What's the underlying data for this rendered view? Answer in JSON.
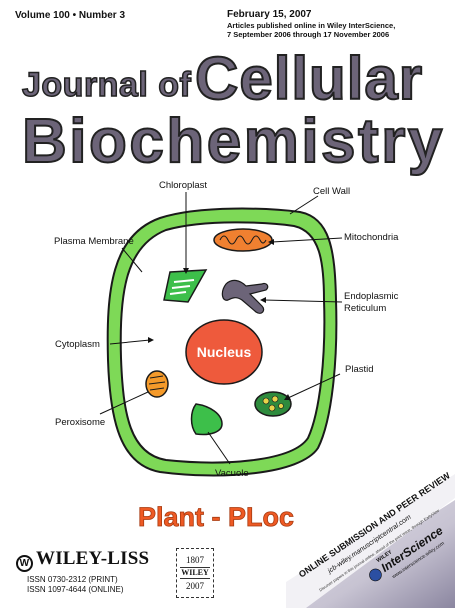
{
  "header": {
    "volume": "Volume 100 • Number 3",
    "date": "February 15, 2007",
    "date_note_1": "Articles published online in Wiley InterScience,",
    "date_note_2": "7 September 2006 through 17 November 2006"
  },
  "title": {
    "part1": "Journal of",
    "part2": "Cellular",
    "line2": "Biochemistry"
  },
  "diagram": {
    "labels": {
      "chloroplast": "Chloroplast",
      "cell_wall": "Cell Wall",
      "plasma_membrane": "Plasma Membrane",
      "mitochondria": "Mitochondria",
      "endoplasmic_1": "Endoplasmic",
      "endoplasmic_2": "Reticulum",
      "cytoplasm": "Cytoplasm",
      "nucleus": "Nucleus",
      "plastid": "Plastid",
      "peroxisome": "Peroxisome",
      "vacuole": "Vacuole"
    },
    "colors": {
      "cell_wall": "#7ed957",
      "cell_outline": "#1a1a1a",
      "nucleus": "#ee5a3c",
      "mitochondria": "#f08030",
      "er": "#6c6478",
      "chloroplast": "#3dbf4a",
      "vacuole": "#3dbf4a",
      "peroxisome": "#f59a2a",
      "plastid": "#2e8b3d"
    }
  },
  "subtitle": "Plant - PLoc",
  "publisher": {
    "name": "WILEY-LISS",
    "issn_print": "ISSN 0730-2312 (PRINT)",
    "issn_online": "ISSN 1097-4644 (ONLINE)"
  },
  "bicentennial": {
    "top": "1807",
    "mid": "WILEY",
    "bottom": "2007"
  },
  "banner": {
    "line1": "ONLINE SUBMISSION AND PEER REVIEW",
    "line2": "jcb-wiley.manuscriptcentral.com",
    "brand": "InterScience",
    "brand_prefix": "WILEY",
    "fine": "Discover papers in this journal online, ahead of the print issue, through EarlyView",
    "url": "www.interscience.wiley.com"
  }
}
